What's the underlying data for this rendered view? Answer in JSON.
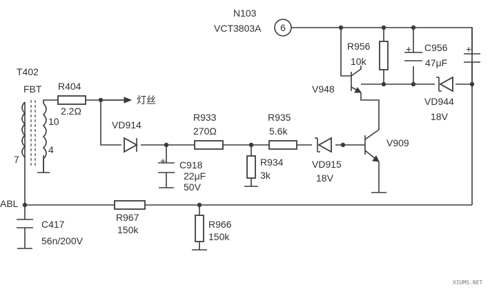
{
  "ic": {
    "ref": "N103",
    "part": "VCT3803A",
    "pin": "6"
  },
  "transformer": {
    "ref": "T402",
    "type": "FBT",
    "pin_10": "10",
    "pin_4": "4",
    "pin_7": "7"
  },
  "abl_label": "ABL",
  "filament_label": "灯丝",
  "components": {
    "r404": {
      "ref": "R404",
      "value": "2.2Ω"
    },
    "vd914": {
      "ref": "VD914"
    },
    "r933": {
      "ref": "R933",
      "value": "270Ω"
    },
    "c918": {
      "ref": "C918",
      "value": "22μF",
      "voltage": "50V"
    },
    "r934": {
      "ref": "R934",
      "value": "3k"
    },
    "r935": {
      "ref": "R935",
      "value": "5.6k"
    },
    "vd915": {
      "ref": "VD915",
      "value": "18V"
    },
    "v909": {
      "ref": "V909"
    },
    "v948": {
      "ref": "V948"
    },
    "r956": {
      "ref": "R956",
      "value": "10k"
    },
    "c956": {
      "ref": "C956",
      "value": "47μF"
    },
    "vd944": {
      "ref": "VD944",
      "value": "18V"
    },
    "c417": {
      "ref": "C417",
      "value": "56n/200V"
    },
    "r967": {
      "ref": "R967",
      "value": "150k"
    },
    "r966": {
      "ref": "R966",
      "value": "150k"
    }
  },
  "watermark": "XIUMS.NET"
}
